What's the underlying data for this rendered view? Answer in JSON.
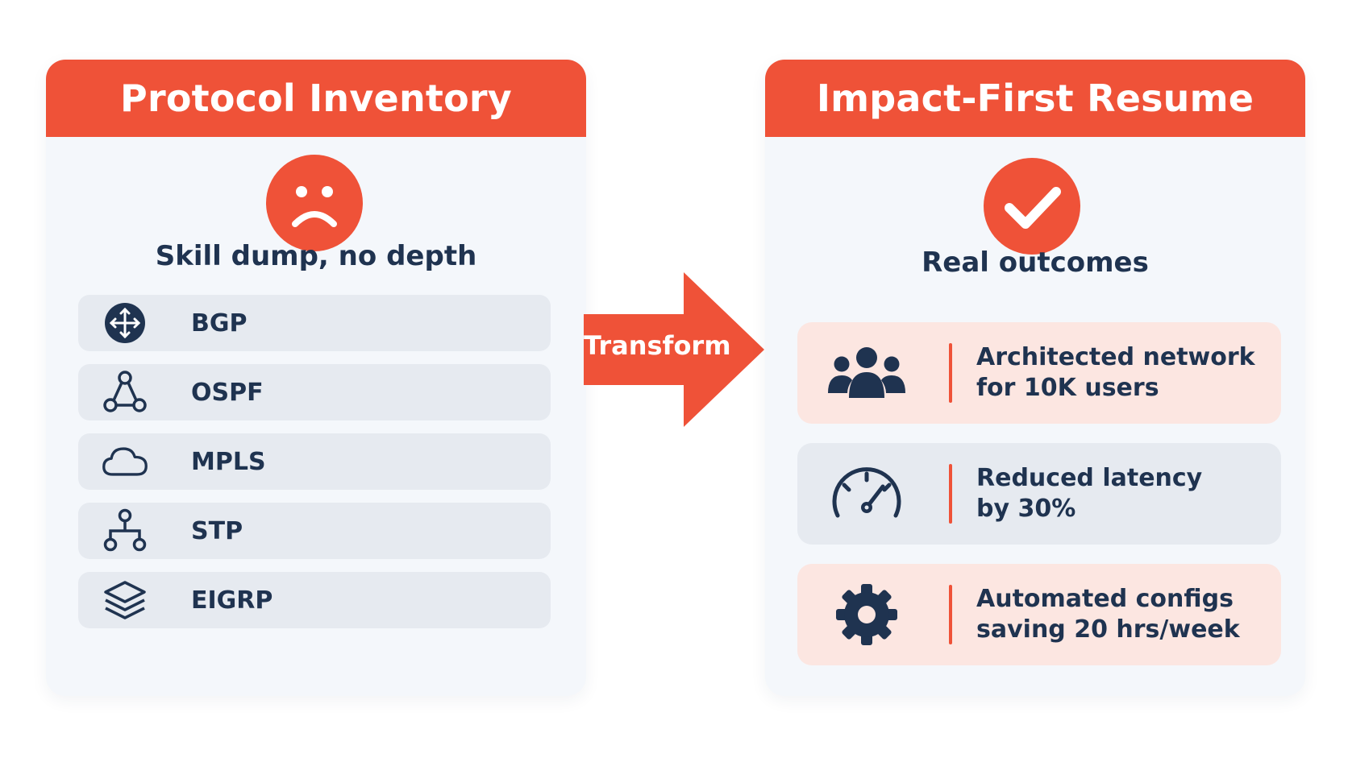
{
  "left_panel": {
    "title": "Protocol Inventory",
    "status_icon": "sad-face-icon",
    "subtitle": "Skill dump, no depth",
    "items": [
      {
        "label": "BGP",
        "icon": "router-arrows-icon"
      },
      {
        "label": "OSPF",
        "icon": "network-triangle-icon"
      },
      {
        "label": "MPLS",
        "icon": "cloud-icon"
      },
      {
        "label": "STP",
        "icon": "tree-topology-icon"
      },
      {
        "label": "EIGRP",
        "icon": "layers-icon"
      }
    ]
  },
  "arrow": {
    "label": "Transform"
  },
  "right_panel": {
    "title": "Impact-First Resume",
    "status_icon": "checkmark-icon",
    "subtitle": "Real outcomes",
    "outcomes": [
      {
        "line1": "Architected network",
        "line2": "for 10K users",
        "icon": "users-group-icon"
      },
      {
        "line1": "Reduced latency",
        "line2": "by 30%",
        "icon": "speedometer-icon"
      },
      {
        "line1": "Automated configs",
        "line2": "saving 20 hrs/week",
        "icon": "gear-icon"
      }
    ]
  },
  "colors": {
    "accent": "#ef5238",
    "text": "#1f3350",
    "panel": "#f4f7fb",
    "row": "#e6eaf0",
    "peach": "#fce6e1"
  }
}
